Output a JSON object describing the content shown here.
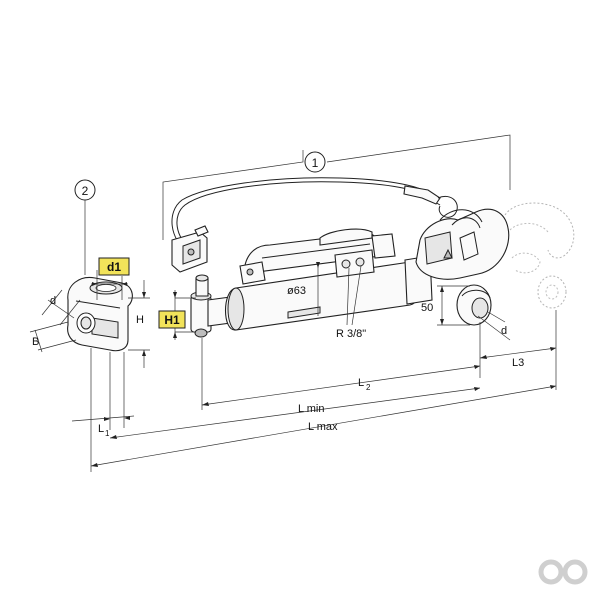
{
  "callouts": {
    "item_1": "1",
    "item_2": "2"
  },
  "labels": {
    "d1": "d1",
    "H1": "H1",
    "d_left": "d",
    "B": "B",
    "H": "H",
    "diameter": "ø63",
    "thread": "R 3/8\"",
    "ball_50": "50",
    "d_right": "d",
    "L1": "L",
    "L1_sub": "1",
    "L2": "L",
    "L2_sub": "2",
    "L3": "L3",
    "L_min": "L min",
    "L_max": "L max"
  },
  "colors": {
    "highlight": "#f2e35a",
    "line": "#222222"
  },
  "logo": {
    "name": "brand-logo-icon",
    "color": "#cfcfcf"
  }
}
